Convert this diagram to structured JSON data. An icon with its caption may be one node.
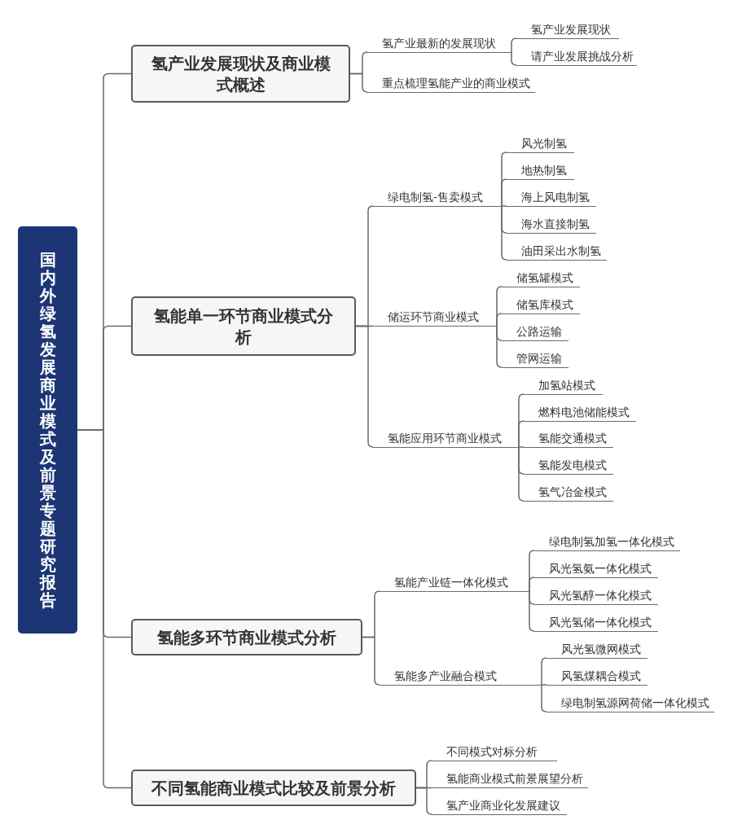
{
  "diagram": {
    "nodes": [
      {
        "text": [
          "国内外绿氢发展商业模式及前景专题研究报告"
        ]
      },
      {
        "text": [
          "氢产业发展现状及商业模式概述"
        ]
      },
      {
        "text": [
          "氢产业最新的发展现状"
        ]
      },
      {
        "text": [
          "氢产业发展现状"
        ]
      },
      {
        "text": [
          "请产业发展挑战分析"
        ]
      },
      {
        "text": [
          "重点梳理氢能产业的商业模式"
        ]
      },
      {
        "text": [
          "氢能单一环节商业模式分析"
        ]
      },
      {
        "text": [
          "绿电制氢-售卖模式"
        ]
      },
      {
        "text": [
          "风光制氢"
        ]
      },
      {
        "text": [
          "地热制氢"
        ]
      },
      {
        "text": [
          "海上风电制氢"
        ]
      },
      {
        "text": [
          "海水直接制氢"
        ]
      },
      {
        "text": [
          "油田采出水制氢"
        ]
      },
      {
        "text": [
          "储运环节商业模式"
        ]
      },
      {
        "text": [
          "储氢罐模式"
        ]
      },
      {
        "text": [
          "储氢库模式"
        ]
      },
      {
        "text": [
          "公路运输"
        ]
      },
      {
        "text": [
          "管网运输"
        ]
      },
      {
        "text": [
          "氢能应用环节商业模式"
        ]
      },
      {
        "text": [
          "加氢站模式"
        ]
      },
      {
        "text": [
          "燃料电池储能模式"
        ]
      },
      {
        "text": [
          "氢能交通模式"
        ]
      },
      {
        "text": [
          "氢能发电模式"
        ]
      },
      {
        "text": [
          "氢气冶金模式"
        ]
      },
      {
        "text": [
          "氢能多环节商业模式分析"
        ]
      },
      {
        "text": [
          "氢能产业链一体化模式"
        ]
      },
      {
        "text": [
          "绿电制氢加氢一体化模式"
        ]
      },
      {
        "text": [
          "风光氢氨一体化模式"
        ]
      },
      {
        "text": [
          "风光氢醇一体化模式"
        ]
      },
      {
        "text": [
          "风光氢储一体化模式"
        ]
      },
      {
        "text": [
          "氢能多产业融合模式"
        ]
      },
      {
        "text": [
          "风光氢微网模式"
        ]
      },
      {
        "text": [
          "风氢煤耦合模式"
        ]
      },
      {
        "text": [
          "绿电制氢源网荷储一体化模式"
        ]
      },
      {
        "text": [
          "不同氢能商业模式比较及前景分析"
        ]
      },
      {
        "text": [
          "不同模式对标分析"
        ]
      },
      {
        "text": [
          "氢能商业模式前景展望分析"
        ]
      },
      {
        "text": [
          "氢产业商业化发展建议"
        ]
      }
    ],
    "edges": [
      {
        "from": 0,
        "to": 1,
        "arrow": "none"
      },
      {
        "from": 1,
        "to": 2,
        "arrow": "none"
      },
      {
        "from": 2,
        "to": 3,
        "arrow": "none"
      },
      {
        "from": 2,
        "to": 4,
        "arrow": "none"
      },
      {
        "from": 1,
        "to": 5,
        "arrow": "none"
      },
      {
        "from": 0,
        "to": 6,
        "arrow": "none"
      },
      {
        "from": 6,
        "to": 7,
        "arrow": "none"
      },
      {
        "from": 7,
        "to": 8,
        "arrow": "none"
      },
      {
        "from": 7,
        "to": 9,
        "arrow": "none"
      },
      {
        "from": 7,
        "to": 10,
        "arrow": "none"
      },
      {
        "from": 7,
        "to": 11,
        "arrow": "none"
      },
      {
        "from": 7,
        "to": 12,
        "arrow": "none"
      },
      {
        "from": 6,
        "to": 13,
        "arrow": "none"
      },
      {
        "from": 13,
        "to": 14,
        "arrow": "none"
      },
      {
        "from": 13,
        "to": 15,
        "arrow": "none"
      },
      {
        "from": 13,
        "to": 16,
        "arrow": "none"
      },
      {
        "from": 13,
        "to": 17,
        "arrow": "none"
      },
      {
        "from": 6,
        "to": 18,
        "arrow": "none"
      },
      {
        "from": 18,
        "to": 19,
        "arrow": "none"
      },
      {
        "from": 18,
        "to": 20,
        "arrow": "none"
      },
      {
        "from": 18,
        "to": 21,
        "arrow": "none"
      },
      {
        "from": 18,
        "to": 22,
        "arrow": "none"
      },
      {
        "from": 18,
        "to": 23,
        "arrow": "none"
      },
      {
        "from": 0,
        "to": 24,
        "arrow": "none"
      },
      {
        "from": 24,
        "to": 25,
        "arrow": "none"
      },
      {
        "from": 25,
        "to": 26,
        "arrow": "none"
      },
      {
        "from": 25,
        "to": 27,
        "arrow": "none"
      },
      {
        "from": 25,
        "to": 28,
        "arrow": "none"
      },
      {
        "from": 25,
        "to": 29,
        "arrow": "none"
      },
      {
        "from": 24,
        "to": 30,
        "arrow": "none"
      },
      {
        "from": 30,
        "to": 31,
        "arrow": "none"
      },
      {
        "from": 30,
        "to": 32,
        "arrow": "none"
      },
      {
        "from": 30,
        "to": 33,
        "arrow": "none"
      },
      {
        "from": 0,
        "to": 34,
        "arrow": "none"
      },
      {
        "from": 34,
        "to": 35,
        "arrow": "none"
      },
      {
        "from": 34,
        "to": 36,
        "arrow": "none"
      },
      {
        "from": 34,
        "to": 37,
        "arrow": "none"
      }
    ]
  }
}
